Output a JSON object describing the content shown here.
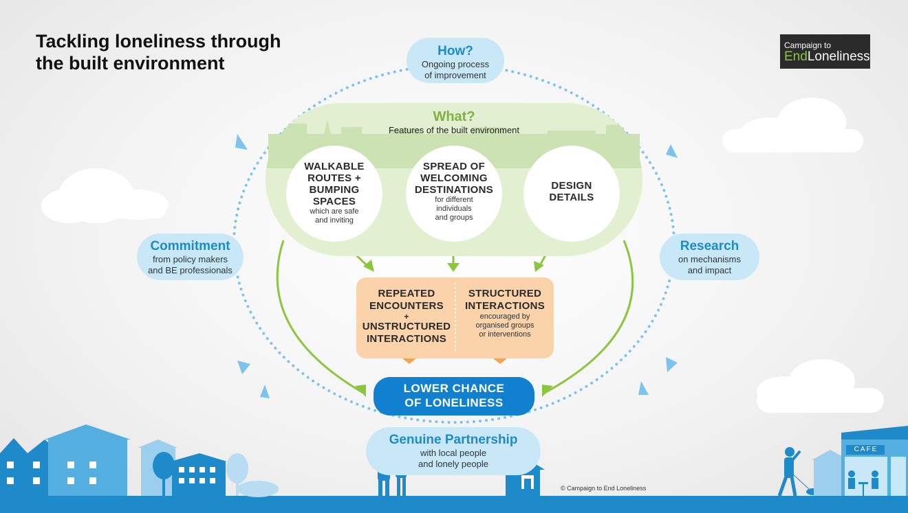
{
  "title": {
    "line1": "Tackling loneliness through",
    "line2": "the built environment"
  },
  "logo": {
    "line1": "Campaign to",
    "end": "End",
    "loneliness": "Loneliness"
  },
  "how": {
    "heading": "How?",
    "line1": "Ongoing process",
    "line2": "of improvement"
  },
  "what": {
    "heading": "What?",
    "subtitle": "Features of the built environment",
    "features": [
      {
        "lines": [
          "WALKABLE",
          "ROUTES +",
          "BUMPING",
          "SPACES"
        ],
        "sub": [
          "which are safe",
          "and inviting"
        ]
      },
      {
        "lines": [
          "SPREAD OF",
          "WELCOMING",
          "DESTINATIONS"
        ],
        "sub": [
          "for different",
          "individuals",
          "and groups"
        ]
      },
      {
        "lines": [
          "DESIGN",
          "DETAILS"
        ],
        "sub": []
      }
    ]
  },
  "commitment": {
    "heading": "Commitment",
    "line1": "from policy makers",
    "line2": "and BE professionals"
  },
  "research": {
    "heading": "Research",
    "line1": "on mechanisms",
    "line2": "and impact"
  },
  "interactions": {
    "left": {
      "line1": "REPEATED",
      "line2": "ENCOUNTERS",
      "plus": "+",
      "line3": "UNSTRUCTURED",
      "line4": "INTERACTIONS"
    },
    "right": {
      "line1": "STRUCTURED",
      "line2": "INTERACTIONS",
      "sub1": "encouraged by",
      "sub2": "organised groups",
      "sub3": "or interventions"
    }
  },
  "outcome": {
    "line1": "LOWER CHANCE",
    "line2": "OF LONELINESS"
  },
  "partnership": {
    "heading": "Genuine Partnership",
    "line1": "with local people",
    "line2": "and lonely people"
  },
  "cafe_sign": "CAFE",
  "copyright": "© Campaign to End Loneliness",
  "colors": {
    "blue": "#1e8ac9",
    "light_blue": "#c8e8f8",
    "green": "#8cc63f",
    "light_green": "#e2efd0",
    "orange": "#fad3aa",
    "dark_blue": "#1180cf"
  }
}
